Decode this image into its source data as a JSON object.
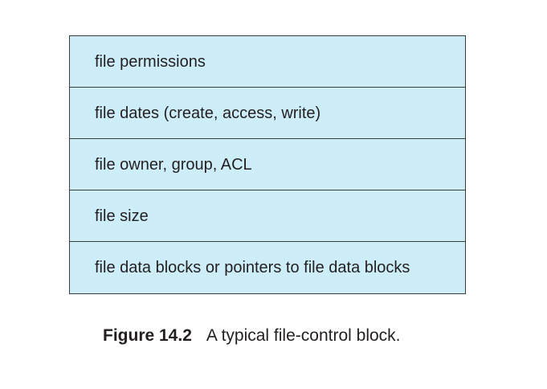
{
  "diagram": {
    "rows": [
      {
        "label": "file permissions"
      },
      {
        "label": "file dates (create, access, write)"
      },
      {
        "label": "file owner, group, ACL"
      },
      {
        "label": "file size"
      },
      {
        "label": "file data blocks or pointers to file data blocks"
      }
    ],
    "fill_color": "#cdeef9",
    "border_color": "#3a3a3a"
  },
  "caption": {
    "label": "Figure 14.2",
    "text": "A typical file-control block."
  }
}
